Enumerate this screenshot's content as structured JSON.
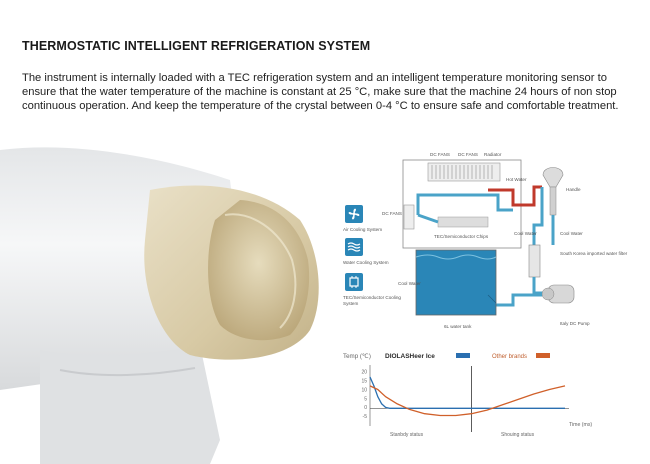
{
  "heading": "THERMOSTATIC INTELLIGENT REFRIGERATION SYSTEM",
  "description": "The instrument is internally loaded with a TEC refrigeration system and an intelligent temperature monitoring sensor to ensure that the water temperature of the machine is constant at 25  °C, make sure that the machine 24 hours of non stop continuous operation.  And keep the temperature of the crystal between 0-4 °C to ensure safe and comfortable treatment.",
  "schematic": {
    "labels": {
      "dc_fans_1": "DC FANS",
      "dc_fans_2": "DC FANS",
      "radiator": "Radiator",
      "hot_water": "Hot Water",
      "handle": "Handle",
      "dc_fans_side": "DC FANS",
      "tec_chips": "TEC/Semiconductor Chips",
      "cool_water_1": "Cool Water",
      "cool_water_2": "Cool Water",
      "filter": "South Korea imported water filter",
      "cool_water_tank": "Cool Water",
      "tank": "6L water tank",
      "pump": "Italy DC Pump"
    },
    "legend": [
      {
        "label": "Air Cooling System",
        "icon": "fan-icon"
      },
      {
        "label": "Water Cooling System",
        "icon": "water-waves-icon"
      },
      {
        "label": "TEC/Semiconductor Cooling System",
        "icon": "chip-icon"
      }
    ],
    "colors": {
      "pipe_cool": "#4aa3c8",
      "pipe_hot": "#c0392b",
      "water": "#2a86b7"
    }
  },
  "chart_data": {
    "type": "line",
    "ylabel": "Temp (℃)",
    "xlabel": "Time (ms)",
    "y_ticks": [
      "20",
      "15",
      "10",
      "5",
      "0",
      "-5"
    ],
    "ylim": [
      -7,
      22
    ],
    "xlim": [
      0,
      100
    ],
    "phase_labels": [
      "Stanbdy status",
      "Shouing status"
    ],
    "phase_divider_x": 52,
    "series": [
      {
        "name": "DIOLASHeer Ice",
        "color": "#2a6fb0",
        "x": [
          0,
          2,
          4,
          6,
          8,
          10,
          14,
          20,
          40,
          60,
          80,
          100
        ],
        "y": [
          17,
          12,
          6,
          2,
          0,
          -0.5,
          -0.5,
          -0.5,
          -0.5,
          -0.5,
          -0.5,
          -0.5
        ]
      },
      {
        "name": "Other brands",
        "color": "#d0602a",
        "x": [
          0,
          4,
          8,
          14,
          20,
          28,
          36,
          44,
          52,
          60,
          68,
          76,
          84,
          92,
          100
        ],
        "y": [
          12,
          10,
          6,
          2,
          -1,
          -3.5,
          -4.5,
          -4.5,
          -3.5,
          -1.5,
          1.5,
          4.5,
          7.5,
          10,
          12
        ]
      }
    ]
  }
}
